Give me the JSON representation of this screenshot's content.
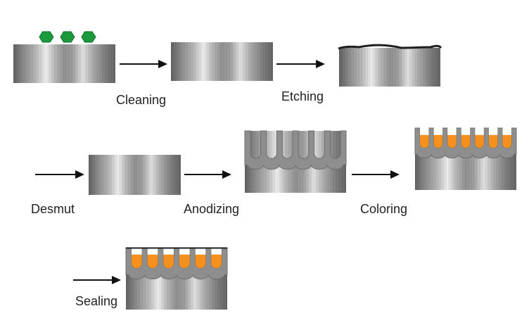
{
  "steps": [
    {
      "id": "cleaning",
      "label": "Cleaning"
    },
    {
      "id": "etching",
      "label": "Etching"
    },
    {
      "id": "desmut",
      "label": "Desmut"
    },
    {
      "id": "anodizing",
      "label": "Anodizing"
    },
    {
      "id": "coloring",
      "label": "Coloring"
    },
    {
      "id": "sealing",
      "label": "Sealing"
    }
  ],
  "colors": {
    "contaminant": "#1a9a3c",
    "contaminant_outline": "#0d6b27",
    "metal_dark": "#5f5f5f",
    "metal_light": "#e6e6e6",
    "oxide_layer": "#8e8e8e",
    "oxide_outline": "#6e6e6e",
    "dye": "#f5901e",
    "seal_line": "#1f1f1f",
    "arrow": "#111111"
  }
}
